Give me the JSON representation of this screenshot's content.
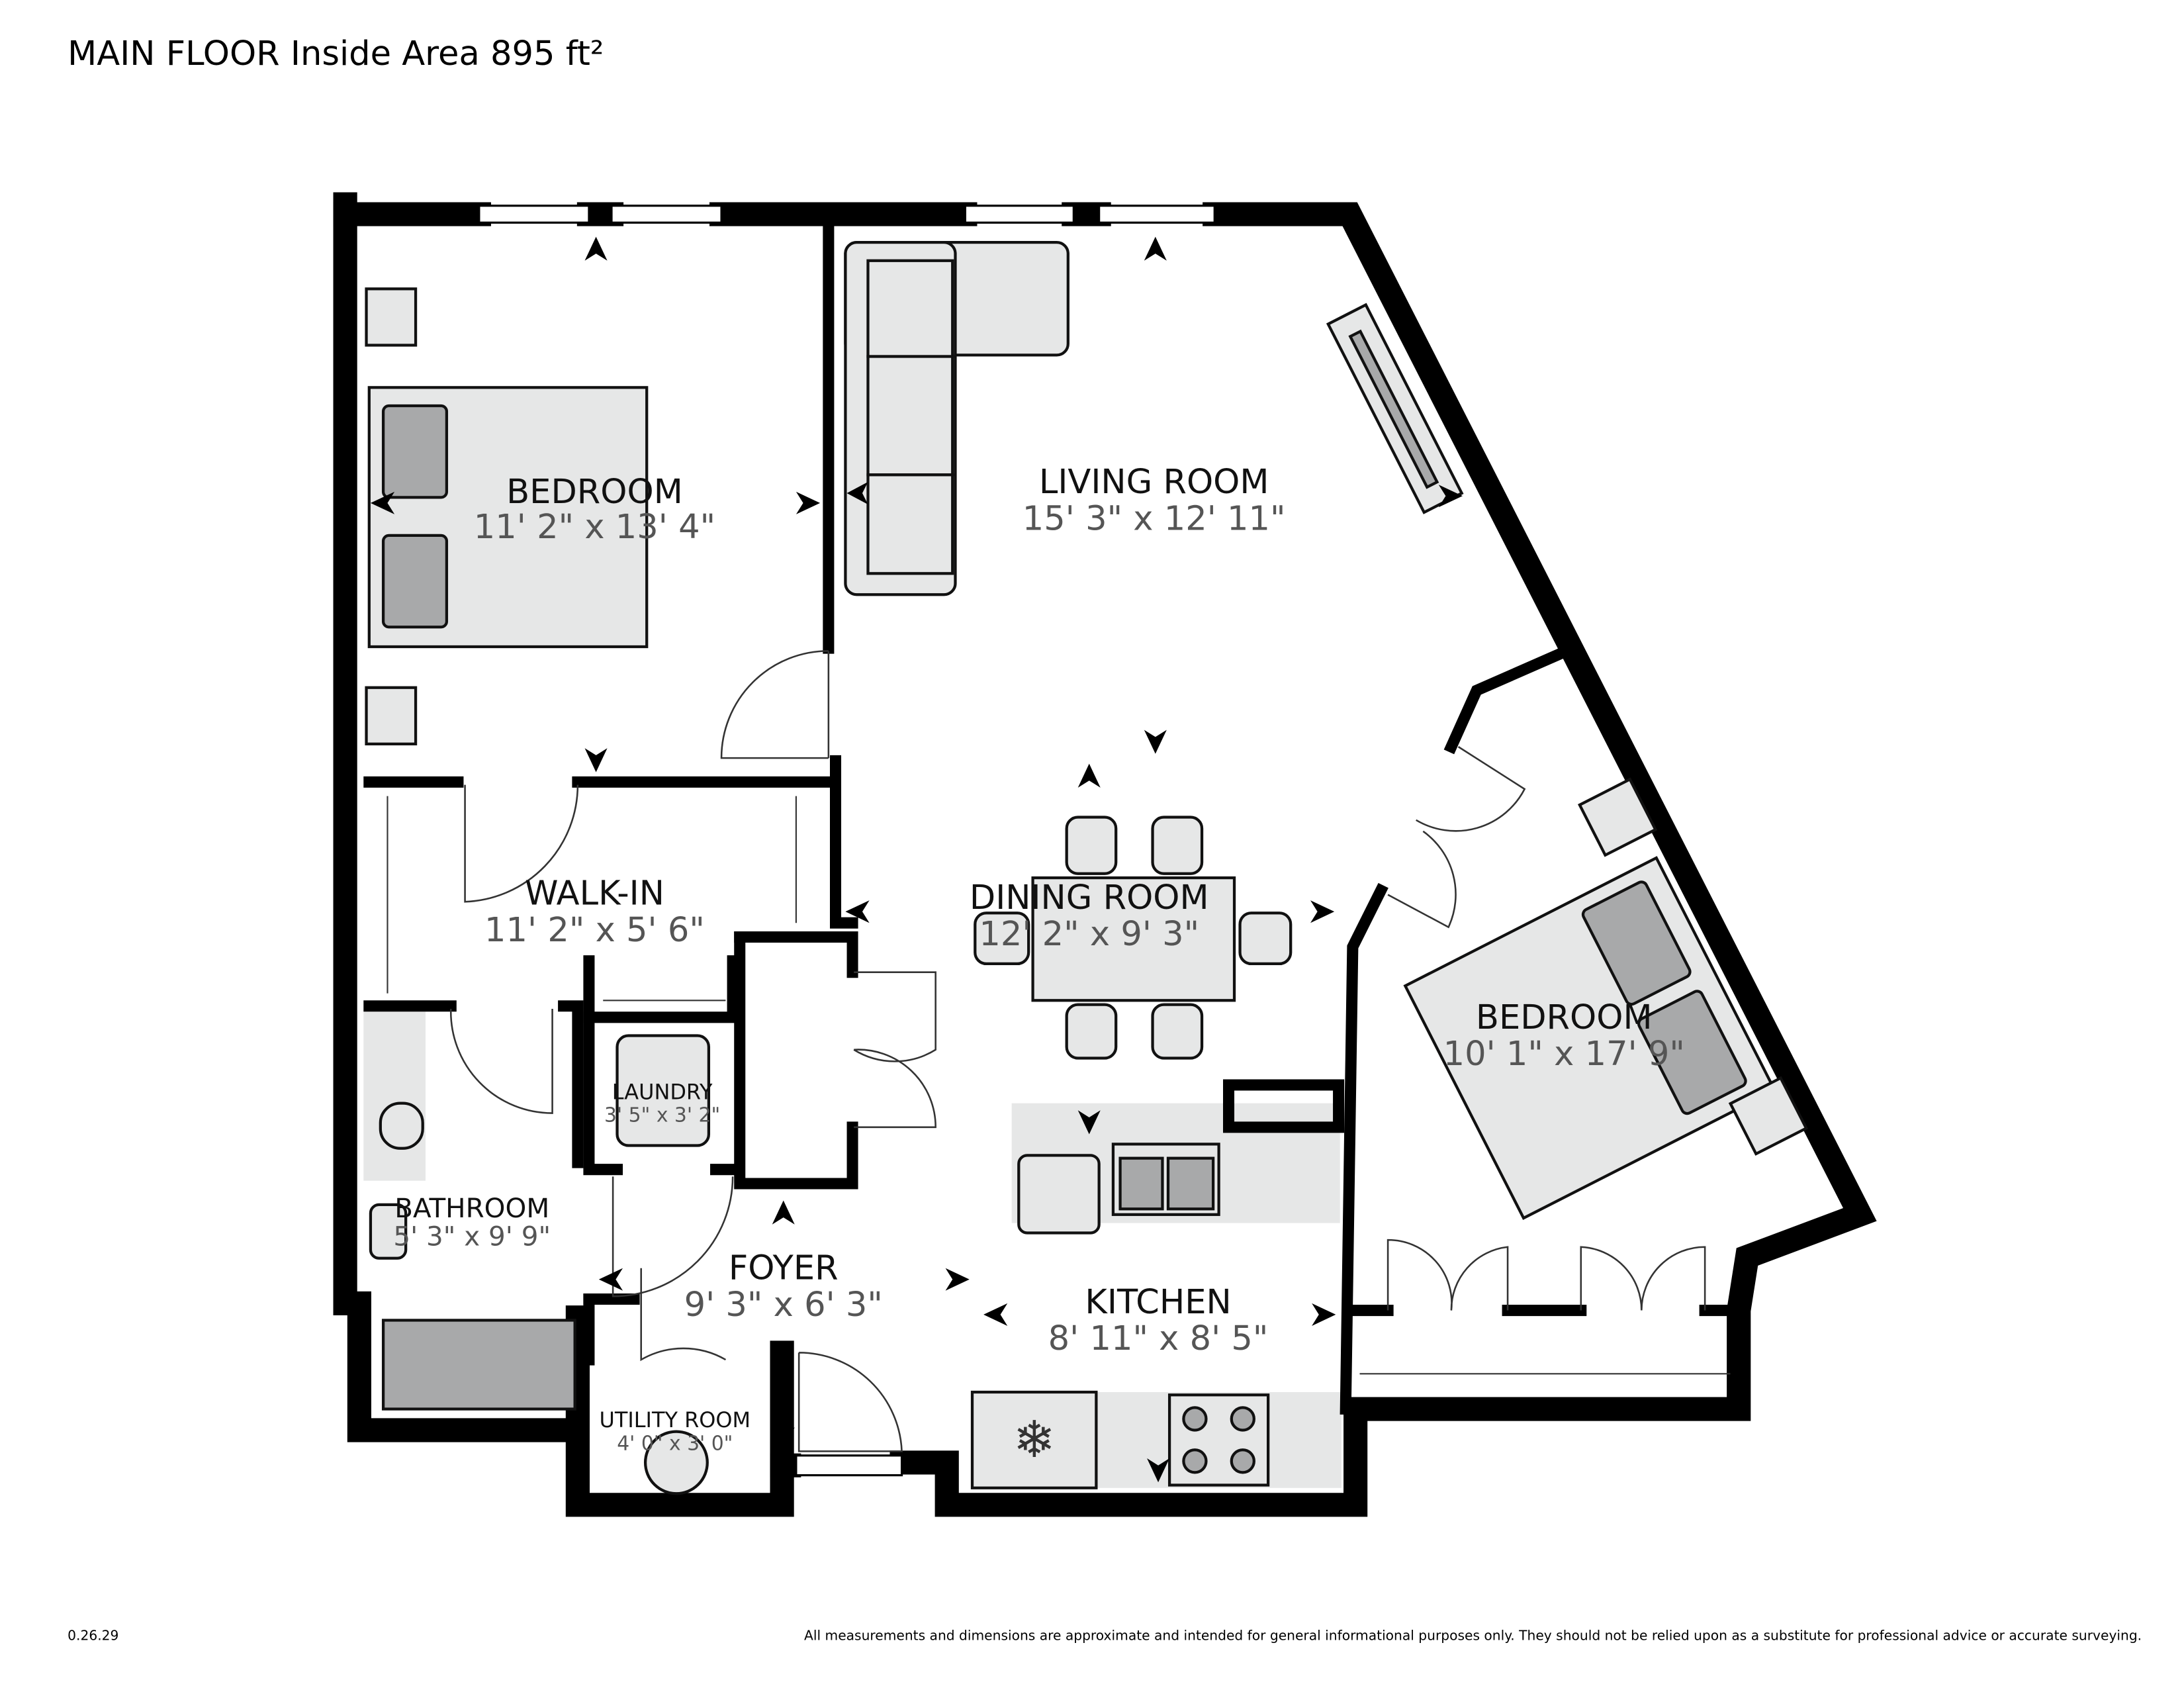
{
  "header": {
    "title": "MAIN FLOOR Inside Area 895 ft²"
  },
  "rooms": [
    {
      "name": "BEDROOM",
      "dims": "11' 2\" x 13' 4\""
    },
    {
      "name": "LIVING ROOM",
      "dims": "15' 3\" x 12' 11\""
    },
    {
      "name": "WALK-IN",
      "dims": "11' 2\" x 5' 6\""
    },
    {
      "name": "DINING ROOM",
      "dims": "12' 2\" x 9' 3\""
    },
    {
      "name": "BEDROOM",
      "dims": "10' 1\" x 17' 9\""
    },
    {
      "name": "LAUNDRY",
      "dims": "3' 5\" x 3' 2\""
    },
    {
      "name": "BATHROOM",
      "dims": "5' 3\" x 9' 9\""
    },
    {
      "name": "FOYER",
      "dims": "9' 3\" x 6' 3\""
    },
    {
      "name": "KITCHEN",
      "dims": "8' 11\" x 8' 5\""
    },
    {
      "name": "UTILITY ROOM",
      "dims": "4' 0\" x 3' 0\""
    }
  ],
  "footer": {
    "version": "0.26.29",
    "disclaimer": "All measurements and dimensions are approximate and intended for general informational purposes only. They should not be relied upon as a substitute for professional advice or accurate surveying."
  },
  "colors": {
    "wall": "#000000",
    "furniture": "#e6e7e7",
    "fixture_dark": "#a8a9aa",
    "dimension_text": "#555555"
  }
}
